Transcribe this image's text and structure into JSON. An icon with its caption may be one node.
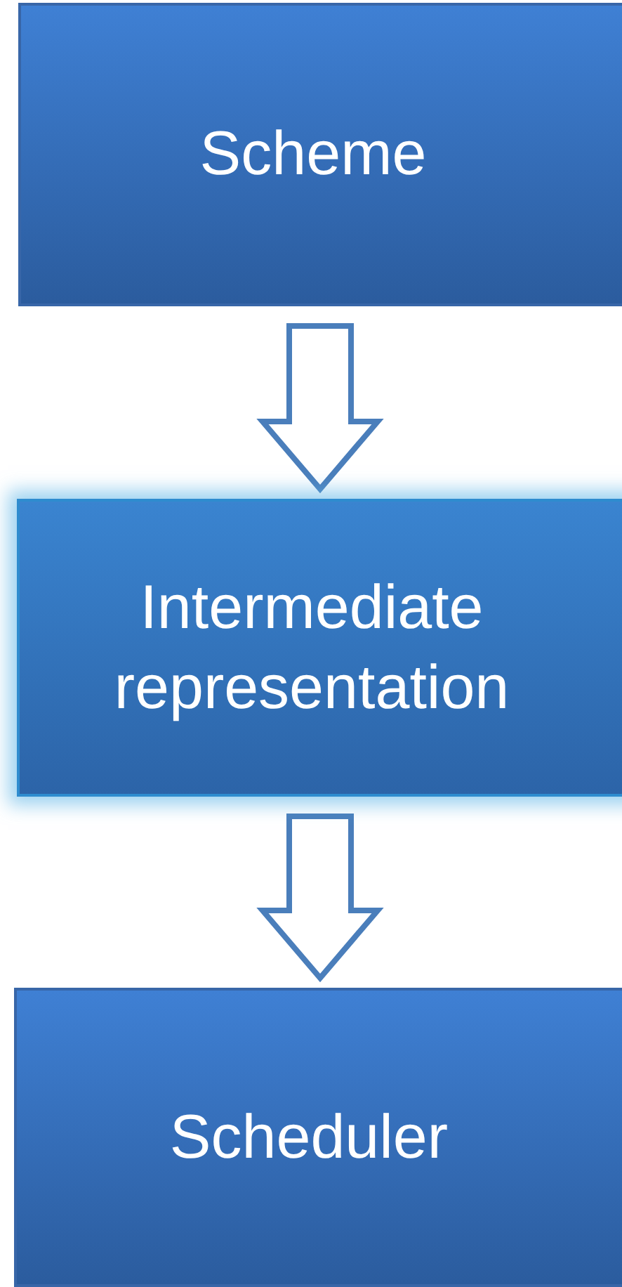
{
  "diagram": {
    "nodes": [
      {
        "text": [
          "Scheme"
        ]
      },
      {
        "text": [
          "Intermediate representation"
        ]
      },
      {
        "text": [
          "Scheduler"
        ]
      }
    ],
    "edges": [
      {
        "from": 0,
        "to": 1,
        "arrow": "to"
      },
      {
        "from": 1,
        "to": 2,
        "arrow": "to"
      }
    ]
  }
}
